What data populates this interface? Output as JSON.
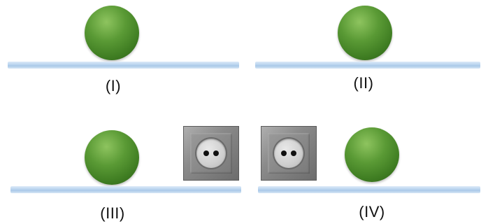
{
  "panels": [
    {
      "label": "(I)",
      "has_socket": false
    },
    {
      "label": "(II)",
      "has_socket": false
    },
    {
      "label": "(III)",
      "has_socket": true
    },
    {
      "label": "(IV)",
      "has_socket": true
    }
  ],
  "colors": {
    "ball": "#4a8a2a",
    "line": "#b8d3ee",
    "socket": "#8a8a8a"
  },
  "icons": {
    "ball": "green-ball-icon",
    "socket": "power-socket-icon"
  }
}
